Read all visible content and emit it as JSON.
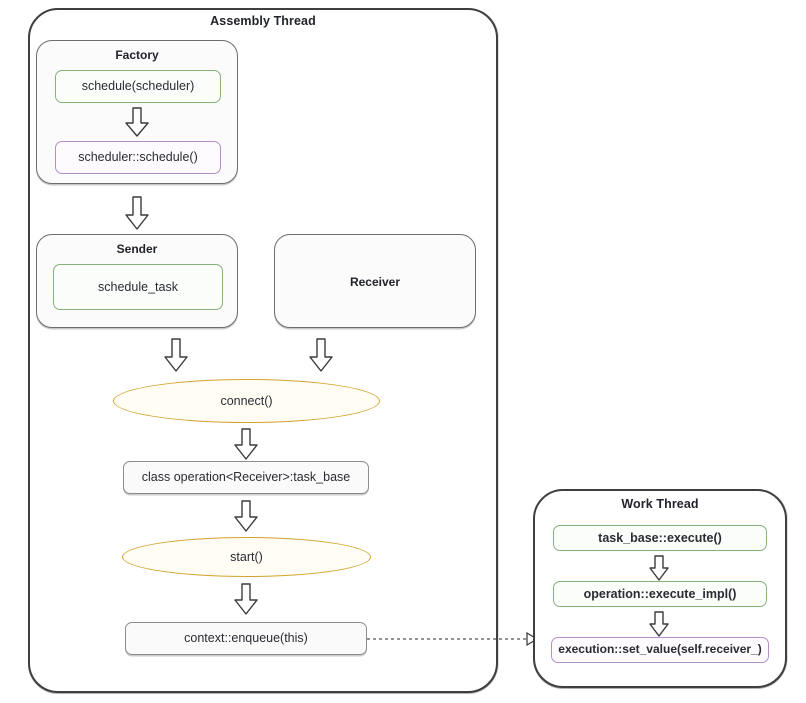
{
  "diagram": {
    "title_note": "sender/receiver scheduling flow",
    "colors": {
      "green_border": "#86b178",
      "purple_border": "#b48fc8",
      "ellipse_border": "#d2a32e",
      "ellipse_fill": "#fffdf4",
      "grey_border": "#8d8d8d",
      "lane_border": "#3f3f3f",
      "text": "#2a2b33"
    },
    "lanes": [
      {
        "id": "assembly",
        "title": "Assembly Thread"
      },
      {
        "id": "work",
        "title": "Work Thread"
      }
    ],
    "groups": [
      {
        "id": "factory",
        "title": "Factory"
      },
      {
        "id": "sender",
        "title": "Sender"
      },
      {
        "id": "receiver",
        "title": "Receiver"
      }
    ],
    "nodes": {
      "schedule_scheduler": "schedule(scheduler)",
      "scheduler_schedule": "scheduler::schedule()",
      "schedule_task": "schedule_task",
      "connect": "connect()",
      "class_operation": "class operation<Receiver>:task_base",
      "start": "start()",
      "context_enqueue": "context::enqueue(this)",
      "task_base_execute": "task_base::execute()",
      "operation_execute_impl": "operation::execute_impl()",
      "execution_set_value": "execution::set_value(self.receiver_)"
    },
    "arrows": {
      "glyph": "down-block-arrow",
      "connector": "dashed-arrow-right"
    }
  }
}
